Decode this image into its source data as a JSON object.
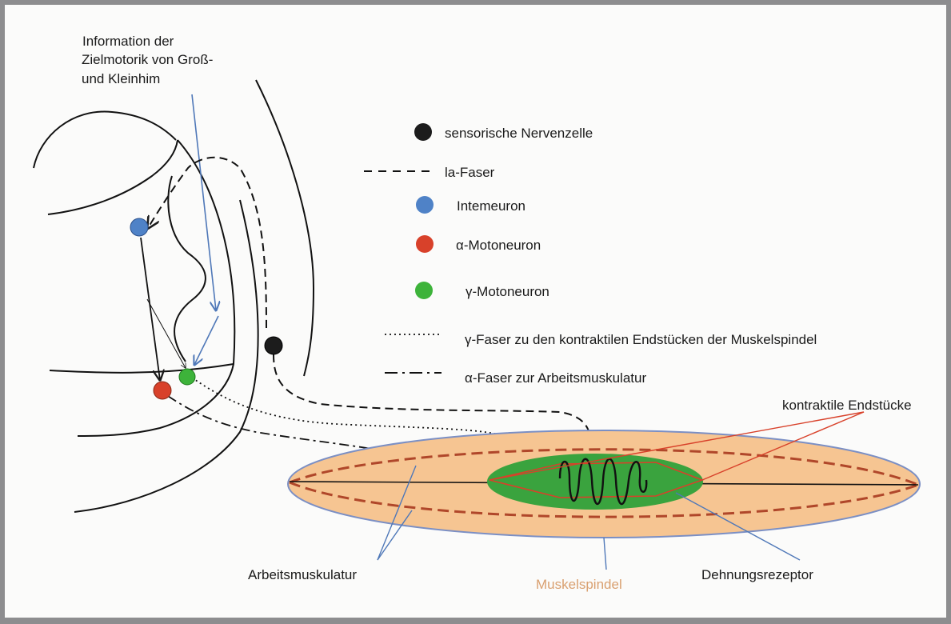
{
  "header_note": {
    "line1": "Information der",
    "line2": "Zielmotorik von Groß-",
    "line3": "und Kleinhim"
  },
  "legend": [
    {
      "key": "sensory",
      "label": "sensorische Nervenzelle",
      "color": "#1c1c1c"
    },
    {
      "key": "ia",
      "label": "la-Faser"
    },
    {
      "key": "inter",
      "label": "Intemeuron",
      "color": "#4f82c7"
    },
    {
      "key": "alpha_mn",
      "label": "α-Motoneuron",
      "color": "#d8412a"
    },
    {
      "key": "gamma_mn",
      "label": "γ-Motoneuron",
      "color": "#3db33a"
    },
    {
      "key": "gamma_fiber",
      "label": "γ-Faser zu den kontraktilen Endstücken der Muskelspindel"
    },
    {
      "key": "alpha_fiber",
      "label": "α-Faser zur Arbeitsmuskulatur"
    }
  ],
  "labels": {
    "contractile_ends": "kontraktile Endstücke",
    "working_muscle": "Arbeitsmuskulatur",
    "muscle_spindle": "Muskelspindel",
    "stretch_receptor": "Dehnungsrezeptor"
  },
  "colors": {
    "muscle_fill": "#f6c592",
    "muscle_border": "#7b8fc4",
    "spindle_fill": "#3aa33e",
    "dashed_outline": "#b0472a",
    "red_line": "#d8412a",
    "blue_line": "#4f78b8"
  }
}
